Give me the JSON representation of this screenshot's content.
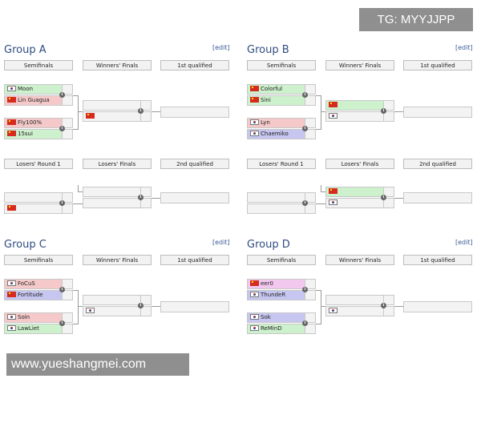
{
  "watermark_tg": "TG: MYYJJPP",
  "watermark_site": "www.yueshangmei.com",
  "edit_label": "[edit]",
  "info_symbol": "i",
  "flag_icons": {
    "cn": "china-flag-icon",
    "kr": "korea-flag-icon"
  },
  "slot_colors": {
    "green": "#cdf0cd",
    "red": "#f5c9c9",
    "blue": "#c6c6f0",
    "pink": "#f2c8ef",
    "empty": "#f3f3f3"
  },
  "groups": [
    {
      "title": "Group A",
      "headers": [
        "Semifinals",
        "Winners' Finals",
        "1st qualified"
      ],
      "losers_headers": [
        "Losers' Round 1",
        "Losers' Finals",
        "2nd qualified"
      ],
      "semi1": [
        {
          "name": "Moon",
          "flag": "kr",
          "color": "green"
        },
        {
          "name": "Lin Guagua",
          "flag": "cn",
          "color": "red"
        }
      ],
      "semi2": [
        {
          "name": "Fly100%",
          "flag": "cn",
          "color": "red"
        },
        {
          "name": "15sui",
          "flag": "cn",
          "color": "green"
        }
      ],
      "winners_final": [
        {
          "name": "",
          "flag": "",
          "color": "empty"
        },
        {
          "name": "",
          "flag": "cn",
          "color": "empty"
        }
      ],
      "losers_r1": [
        {
          "name": "",
          "flag": "",
          "color": "empty"
        },
        {
          "name": "",
          "flag": "cn",
          "color": "empty"
        }
      ],
      "losers_final": [
        {
          "name": "",
          "flag": "",
          "color": "empty"
        },
        {
          "name": "",
          "flag": "",
          "color": "empty"
        }
      ]
    },
    {
      "title": "Group B",
      "headers": [
        "Semifinals",
        "Winners' Finals",
        "1st qualified"
      ],
      "losers_headers": [
        "Losers' Round 1",
        "Losers' Finals",
        "2nd qualified"
      ],
      "semi1": [
        {
          "name": "Colorful",
          "flag": "cn",
          "color": "green"
        },
        {
          "name": "Sini",
          "flag": "cn",
          "color": "green"
        }
      ],
      "semi2": [
        {
          "name": "Lyn",
          "flag": "kr",
          "color": "red"
        },
        {
          "name": "Chaemiko",
          "flag": "kr",
          "color": "blue"
        }
      ],
      "winners_final": [
        {
          "name": "",
          "flag": "cn",
          "color": "green"
        },
        {
          "name": "",
          "flag": "kr",
          "color": "empty"
        }
      ],
      "losers_r1": [
        {
          "name": "",
          "flag": "",
          "color": "empty"
        },
        {
          "name": "",
          "flag": "",
          "color": "empty"
        }
      ],
      "losers_final": [
        {
          "name": "",
          "flag": "cn",
          "color": "green"
        },
        {
          "name": "",
          "flag": "kr",
          "color": "empty"
        }
      ]
    },
    {
      "title": "Group C",
      "headers": [
        "Semifinals",
        "Winners' Finals",
        "1st qualified"
      ],
      "semi1": [
        {
          "name": "FoCuS",
          "flag": "kr",
          "color": "red"
        },
        {
          "name": "Fortitude",
          "flag": "cn",
          "color": "blue"
        }
      ],
      "semi2": [
        {
          "name": "Soin",
          "flag": "kr",
          "color": "red"
        },
        {
          "name": "LawLiet",
          "flag": "kr",
          "color": "green"
        }
      ],
      "winners_final": [
        {
          "name": "",
          "flag": "",
          "color": "empty"
        },
        {
          "name": "",
          "flag": "kr",
          "color": "empty"
        }
      ]
    },
    {
      "title": "Group D",
      "headers": [
        "Semifinals",
        "Winners' Finals",
        "1st qualified"
      ],
      "semi1": [
        {
          "name": "eer0",
          "flag": "cn",
          "color": "pink"
        },
        {
          "name": "ThundeR",
          "flag": "kr",
          "color": "blue"
        }
      ],
      "semi2": [
        {
          "name": "Sok",
          "flag": "kr",
          "color": "blue"
        },
        {
          "name": "ReMinD",
          "flag": "kr",
          "color": "green"
        }
      ],
      "winners_final": [
        {
          "name": "",
          "flag": "",
          "color": "empty"
        },
        {
          "name": "",
          "flag": "kr",
          "color": "empty"
        }
      ]
    }
  ]
}
